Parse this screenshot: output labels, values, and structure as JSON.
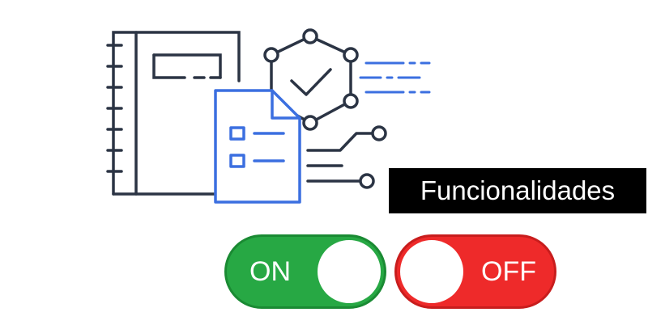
{
  "banner": {
    "text": "Funcionalidades"
  },
  "toggles": {
    "on_label": "ON",
    "off_label": "OFF",
    "on_color": "#27a844",
    "off_color": "#ee2a2a"
  },
  "illustration": {
    "notebook_icon": "notebook-icon",
    "document_icon": "checklist-document-icon",
    "network_icon": "hexagon-check-network-icon",
    "accent_blue": "#3b6fe0",
    "line_dark": "#2b3444"
  }
}
